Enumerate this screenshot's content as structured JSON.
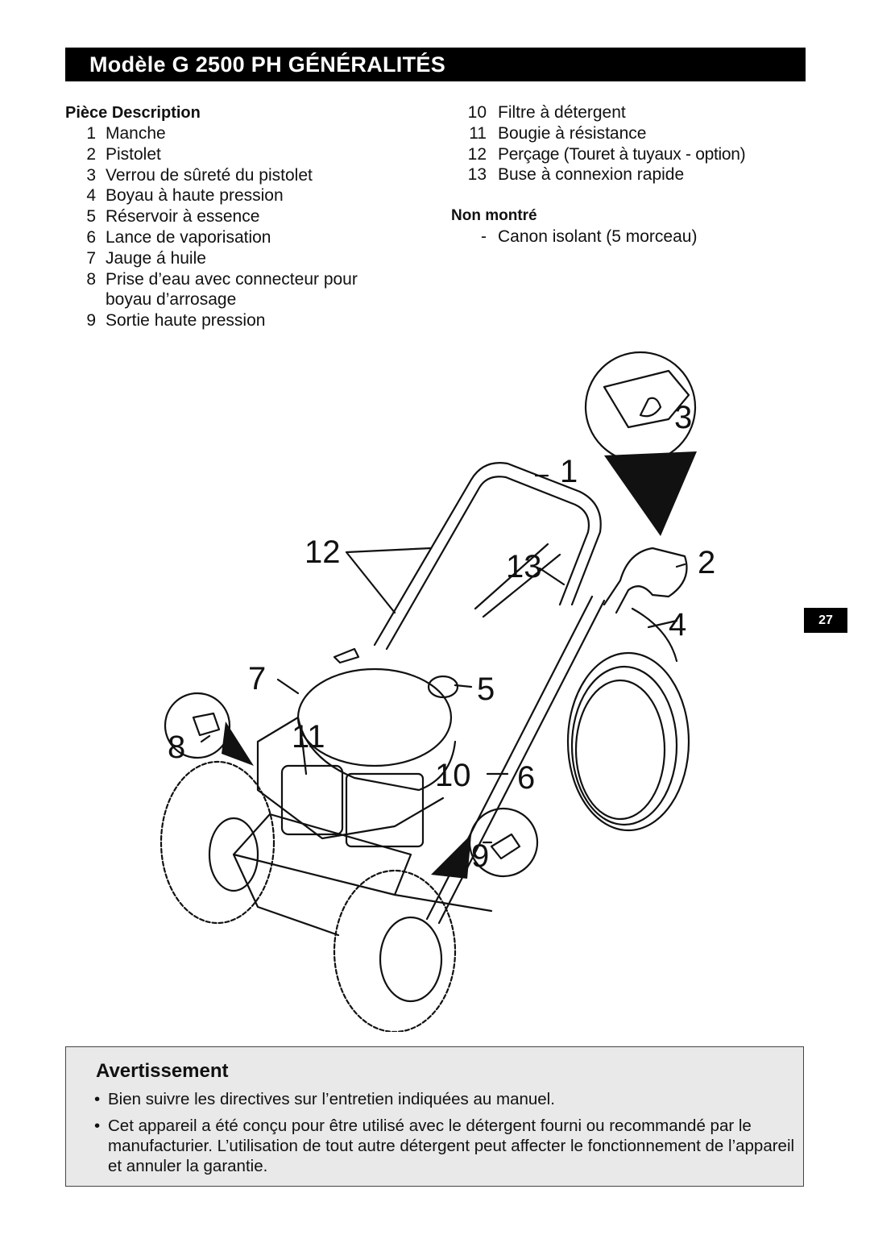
{
  "header": {
    "title": "Modèle G 2500 PH  GÉNÉRALITÉS"
  },
  "parts_left": {
    "heading": "Pièce  Description",
    "items": [
      {
        "num": "1",
        "desc": "Manche"
      },
      {
        "num": "2",
        "desc": "Pistolet"
      },
      {
        "num": "3",
        "desc": "Verrou de sûreté du pistolet"
      },
      {
        "num": "4",
        "desc": "Boyau à haute pression"
      },
      {
        "num": "5",
        "desc": "Réservoir à essence"
      },
      {
        "num": "6",
        "desc": "Lance de vaporisation"
      },
      {
        "num": "7",
        "desc": "Jauge á huile"
      },
      {
        "num": "8",
        "desc": "Prise d’eau avec connecteur pour boyau d’arrosage"
      },
      {
        "num": "9",
        "desc": "Sortie haute pression"
      }
    ]
  },
  "parts_right": {
    "items": [
      {
        "num": "10",
        "desc": "Filtre à détergent"
      },
      {
        "num": "11",
        "desc": "Bougie à résistance"
      },
      {
        "num": "12",
        "desc": "Perçage (Touret à tuyaux - option)"
      },
      {
        "num": "13",
        "desc": "Buse à connexion rapide"
      }
    ],
    "not_shown_heading": "Non montré",
    "not_shown_items": [
      {
        "num": "-",
        "desc": "Canon isolant (5 morceau)"
      }
    ]
  },
  "figure": {
    "callouts": {
      "c1": "1",
      "c2": "2",
      "c3": "3",
      "c4": "4",
      "c5": "5",
      "c6": "6",
      "c7": "7",
      "c8": "8",
      "c9": "9",
      "c10": "10",
      "c11": "11",
      "c12": "12",
      "c13": "13"
    }
  },
  "page_number": "27",
  "warning": {
    "title": "Avertissement",
    "bullets": [
      "Bien suivre les directives sur l’entretien indiquées au manuel.",
      "Cet appareil a été conçu pour être utilisé avec le détergent fourni ou recommandé par le manufacturier. L’utilisation de tout autre détergent peut affecter le fonctionnement de l’appareil et annuler la garantie."
    ]
  }
}
